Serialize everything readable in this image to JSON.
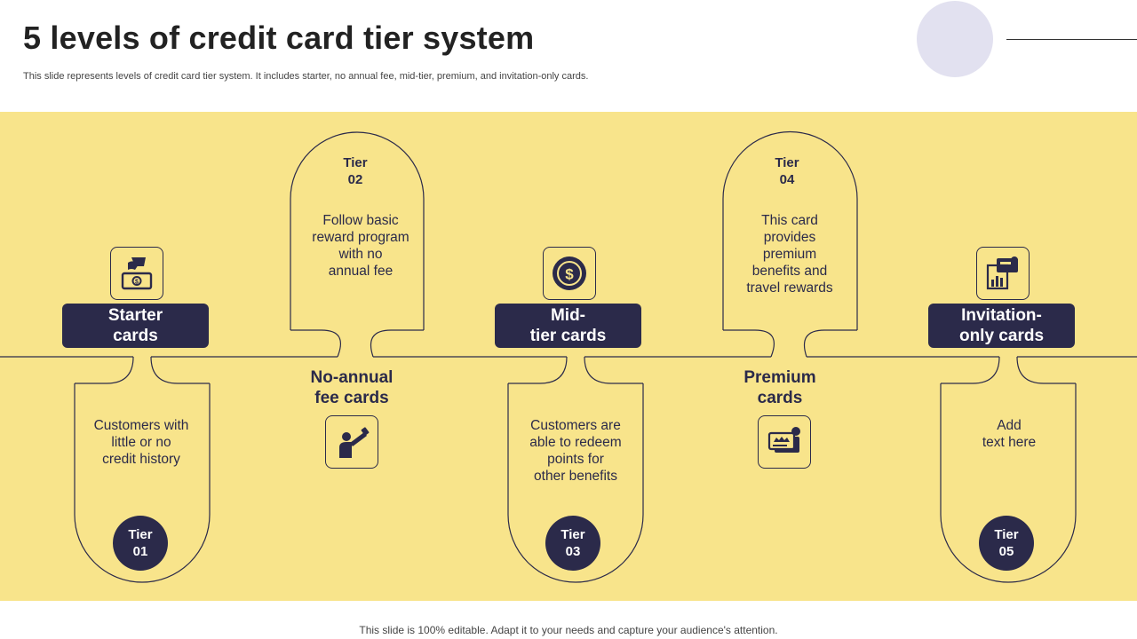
{
  "slide": {
    "title": "5 levels of credit card tier system",
    "subtitle": "This slide represents levels of credit card tier system. It includes starter, no annual fee, mid-tier, premium, and invitation-only cards.",
    "footer": "This slide is 100% editable. Adapt it to your needs and capture your audience's attention."
  },
  "colors": {
    "band": "#f8e48b",
    "dark": "#2b2a4a",
    "accent_circle": "#e2e1f0"
  },
  "tiers": [
    {
      "word": "Tier",
      "number": "01",
      "name_line1": "Starter",
      "name_line2": "cards",
      "desc": [
        "Customers with",
        "little or no",
        "credit history"
      ],
      "icon": "hand-cash-icon"
    },
    {
      "word": "Tier",
      "number": "02",
      "name_line1": "No-annual",
      "name_line2": "fee cards",
      "desc": [
        "Follow basic",
        "reward program",
        "with no",
        "annual fee"
      ],
      "icon": "telescope-person-icon"
    },
    {
      "word": "Tier",
      "number": "03",
      "name_line1": "Mid-",
      "name_line2": "tier cards",
      "desc": [
        "Customers are",
        "able to redeem",
        "points for",
        "other benefits"
      ],
      "icon": "dollar-coin-icon"
    },
    {
      "word": "Tier",
      "number": "04",
      "name_line1": "Premium",
      "name_line2": "cards",
      "desc": [
        "This card",
        "provides",
        "premium",
        "benefits and",
        "travel rewards"
      ],
      "icon": "crown-card-icon"
    },
    {
      "word": "Tier",
      "number": "05",
      "name_line1": "Invitation-",
      "name_line2": "only cards",
      "desc": [
        "Add",
        "text here"
      ],
      "icon": "card-chart-icon"
    }
  ]
}
